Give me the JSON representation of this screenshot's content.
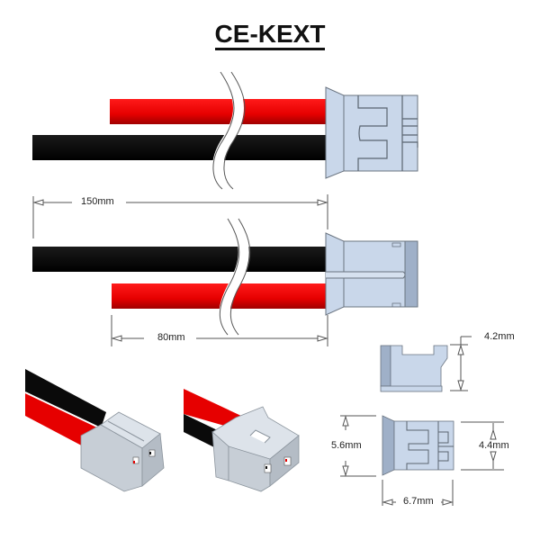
{
  "title": "CE-KEXT",
  "colors": {
    "red_wire": "#e60000",
    "black_wire": "#0a0a0a",
    "connector": "#c9d7ea",
    "connector_edge": "#5a6470",
    "connector_dark": "#9fb0c8"
  },
  "dimensions": {
    "black_wire_length": "150mm",
    "red_wire_length": "80mm",
    "height_side": "4.2mm",
    "width_flange": "5.6mm",
    "width_body": "4.4mm",
    "length_body": "6.7mm"
  },
  "views": [
    {
      "name": "top-view",
      "wires": [
        "red",
        "black"
      ]
    },
    {
      "name": "bottom-view",
      "wires": [
        "black",
        "red"
      ]
    },
    {
      "name": "side-view"
    },
    {
      "name": "front-dimension-view"
    },
    {
      "name": "isometric-view-1"
    },
    {
      "name": "isometric-view-2"
    }
  ]
}
